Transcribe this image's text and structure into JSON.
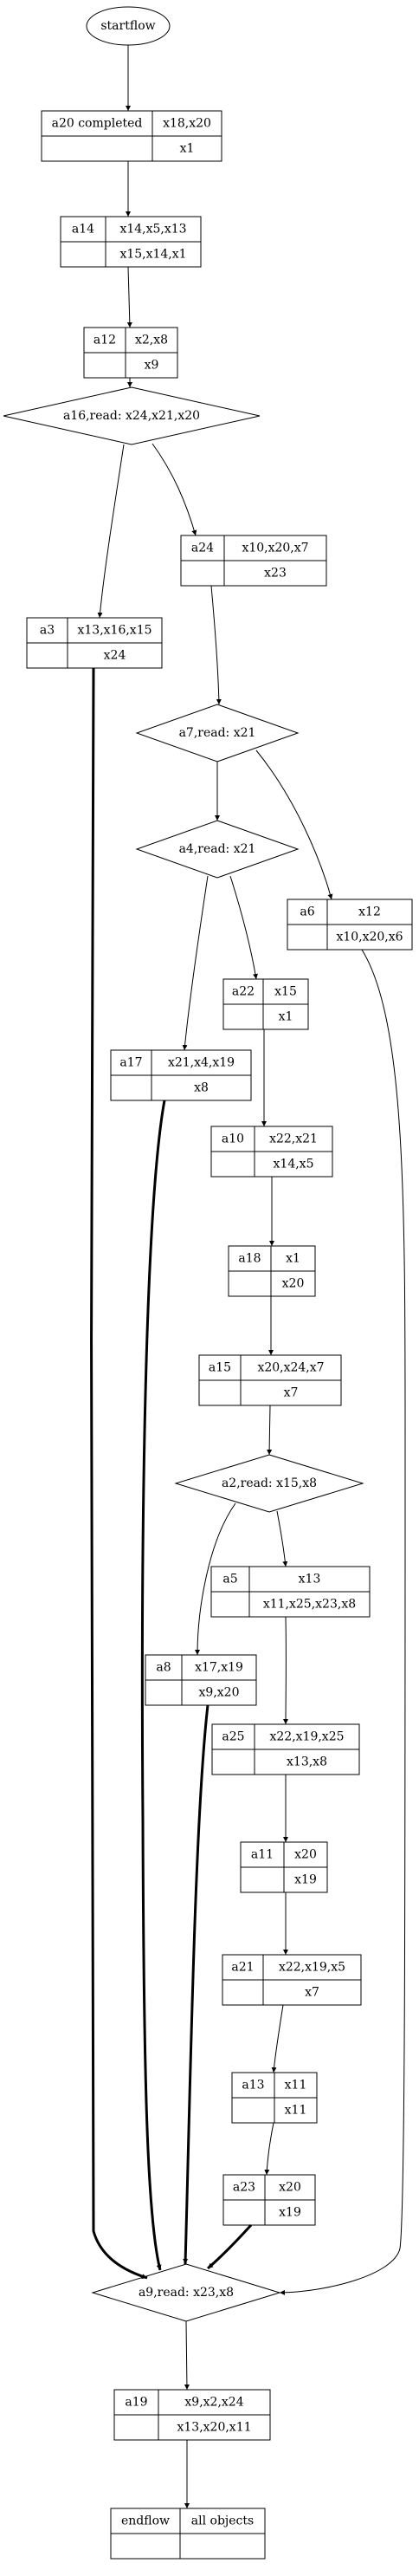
{
  "nodes": {
    "start": {
      "label": "startflow"
    },
    "a20": {
      "id": "a20 completed",
      "in": "x18,x20",
      "out": "x1"
    },
    "a14": {
      "id": "a14",
      "in": "x14,x5,x13",
      "out": "x15,x14,x1"
    },
    "a12": {
      "id": "a12",
      "in": "x2,x8",
      "out": "x9"
    },
    "d_a16": {
      "label": "a16,read: x24,x21,x20"
    },
    "a24": {
      "id": "a24",
      "in": "x10,x20,x7",
      "out": "x23"
    },
    "a3": {
      "id": "a3",
      "in": "x13,x16,x15",
      "out": "x24"
    },
    "d_a7": {
      "label": "a7,read: x21"
    },
    "d_a4": {
      "label": "a4,read: x21"
    },
    "a6": {
      "id": "a6",
      "in": "x12",
      "out": "x10,x20,x6"
    },
    "a22": {
      "id": "a22",
      "in": "x15",
      "out": "x1"
    },
    "a17": {
      "id": "a17",
      "in": "x21,x4,x19",
      "out": "x8"
    },
    "a10": {
      "id": "a10",
      "in": "x22,x21",
      "out": "x14,x5"
    },
    "a18": {
      "id": "a18",
      "in": "x1",
      "out": "x20"
    },
    "a15": {
      "id": "a15",
      "in": "x20,x24,x7",
      "out": "x7"
    },
    "d_a2": {
      "label": "a2,read: x15,x8"
    },
    "a5": {
      "id": "a5",
      "in": "x13",
      "out": "x11,x25,x23,x8"
    },
    "a8": {
      "id": "a8",
      "in": "x17,x19",
      "out": "x9,x20"
    },
    "a25": {
      "id": "a25",
      "in": "x22,x19,x25",
      "out": "x13,x8"
    },
    "a11": {
      "id": "a11",
      "in": "x20",
      "out": "x19"
    },
    "a21": {
      "id": "a21",
      "in": "x22,x19,x5",
      "out": "x7"
    },
    "a13": {
      "id": "a13",
      "in": "x11",
      "out": "x11"
    },
    "a23": {
      "id": "a23",
      "in": "x20",
      "out": "x19"
    },
    "d_a9": {
      "label": "a9,read: x23,x8"
    },
    "a19": {
      "id": "a19",
      "in": "x9,x2,x24",
      "out": "x13,x20,x11"
    },
    "end": {
      "id": "endflow",
      "in": "all objects",
      "out": ""
    }
  },
  "edges": [
    {
      "from": "start",
      "to": "a20"
    },
    {
      "from": "a20",
      "to": "a14"
    },
    {
      "from": "a14",
      "to": "a12"
    },
    {
      "from": "a12",
      "to": "d_a16"
    },
    {
      "from": "d_a16",
      "to": "a24"
    },
    {
      "from": "d_a16",
      "to": "a3"
    },
    {
      "from": "a24",
      "to": "d_a7"
    },
    {
      "from": "a3",
      "to": "d_a9",
      "bold": true
    },
    {
      "from": "d_a7",
      "to": "d_a4"
    },
    {
      "from": "d_a7",
      "to": "a6"
    },
    {
      "from": "d_a4",
      "to": "a22"
    },
    {
      "from": "d_a4",
      "to": "a17"
    },
    {
      "from": "a6",
      "to": "d_a9"
    },
    {
      "from": "a22",
      "to": "a10"
    },
    {
      "from": "a17",
      "to": "d_a9",
      "bold": true
    },
    {
      "from": "a10",
      "to": "a18"
    },
    {
      "from": "a18",
      "to": "a15"
    },
    {
      "from": "a15",
      "to": "d_a2"
    },
    {
      "from": "d_a2",
      "to": "a5"
    },
    {
      "from": "d_a2",
      "to": "a8"
    },
    {
      "from": "a5",
      "to": "a25"
    },
    {
      "from": "a8",
      "to": "d_a9",
      "bold": true
    },
    {
      "from": "a25",
      "to": "a11"
    },
    {
      "from": "a11",
      "to": "a21"
    },
    {
      "from": "a21",
      "to": "a13"
    },
    {
      "from": "a13",
      "to": "a23"
    },
    {
      "from": "a23",
      "to": "d_a9",
      "bold": true
    },
    {
      "from": "d_a9",
      "to": "a19"
    },
    {
      "from": "a19",
      "to": "end"
    }
  ]
}
